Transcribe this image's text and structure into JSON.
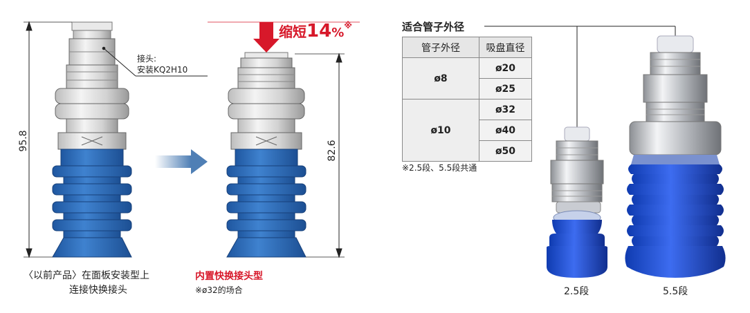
{
  "left_figure": {
    "dim_total": "95.8",
    "fitting_label_line1": "接头:",
    "fitting_label_line2": "安装KQ2H10",
    "caption_line1": "〈以前产品〉在面板安装型上",
    "caption_line2": "连接快换接头"
  },
  "right_figure": {
    "dim_total": "82.6",
    "shorten_prefix": "缩短",
    "shorten_value": "14",
    "shorten_unit": "%",
    "shorten_mark": "※",
    "caption_title": "内置快换接头型",
    "caption_note": "※ø32的场合"
  },
  "tube_table": {
    "title": "适合管子外径",
    "headers": [
      "管子外径",
      "吸盘直径"
    ],
    "groups": [
      {
        "tube": "ø8",
        "pads": [
          "ø20",
          "ø25"
        ]
      },
      {
        "tube": "ø10",
        "pads": [
          "ø32",
          "ø40",
          "ø50"
        ]
      }
    ],
    "note": "※2.5段、5.5段共通"
  },
  "photo_labels": {
    "small": "2.5段",
    "large": "5.5段"
  },
  "colors": {
    "accent_red": "#d7182a",
    "pad_blue": "#2e6db5",
    "arrow_blue": "#5b86b8",
    "metal": "#d9d9d9"
  }
}
